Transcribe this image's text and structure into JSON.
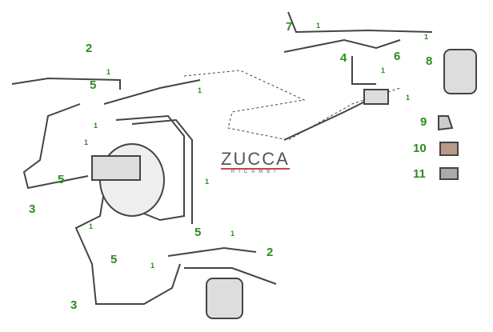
{
  "logo": {
    "name": "ZUCCA",
    "sub": "RICAMBI"
  },
  "callouts": [
    "2",
    "5",
    "5",
    "3",
    "5",
    "5",
    "2",
    "3",
    "7",
    "4",
    "6",
    "8",
    "9",
    "10",
    "11"
  ],
  "qty": [
    "1",
    "1",
    "1",
    "1",
    "1",
    "1",
    "1",
    "1",
    "1",
    "1",
    "1",
    "1"
  ],
  "colors": {
    "label": "#2e8b22",
    "pipe": "#444444"
  }
}
